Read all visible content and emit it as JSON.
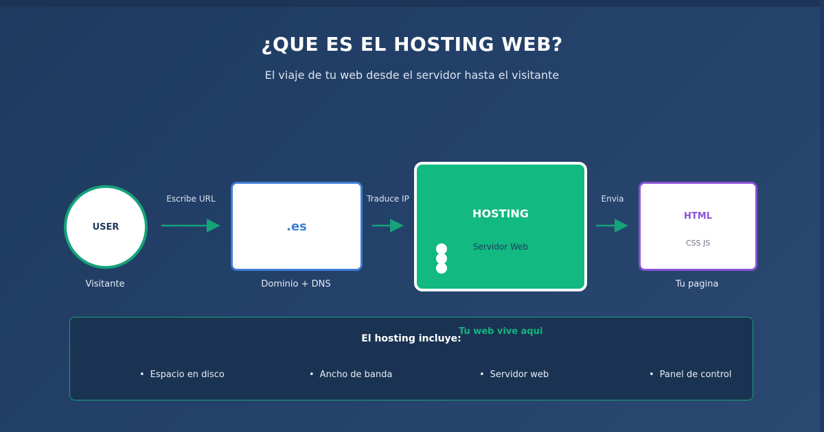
{
  "header": {
    "title": "¿QUE ES EL HOSTING WEB?",
    "subtitle": "El viaje de tu web desde el servidor hasta el visitante"
  },
  "nodes": {
    "user": {
      "inner_text": "USER",
      "label": "Visitante"
    },
    "dns": {
      "inner_text": ".es",
      "label": "Dominio + DNS"
    },
    "hosting": {
      "title": "HOSTING",
      "subtitle": "Servidor Web",
      "label": "Tu web vive aqui"
    },
    "page": {
      "html_text": "HTML",
      "css_text": "CSS JS",
      "label": "Tu pagina"
    }
  },
  "edges": [
    {
      "label": "Escribe URL"
    },
    {
      "label": "Traduce IP"
    },
    {
      "label": "Envia"
    }
  ],
  "info": {
    "title": "El hosting incluye:",
    "bullet": "•",
    "features": [
      "Espacio en disco",
      "Ancho de banda",
      "Servidor web",
      "Panel de control"
    ]
  },
  "colors": {
    "background": "#1e3a5f",
    "accent_green": "#12b981",
    "dns_blue": "#3d7dd4",
    "page_purple": "#8a52d6",
    "text_light": "#e6edf5"
  }
}
